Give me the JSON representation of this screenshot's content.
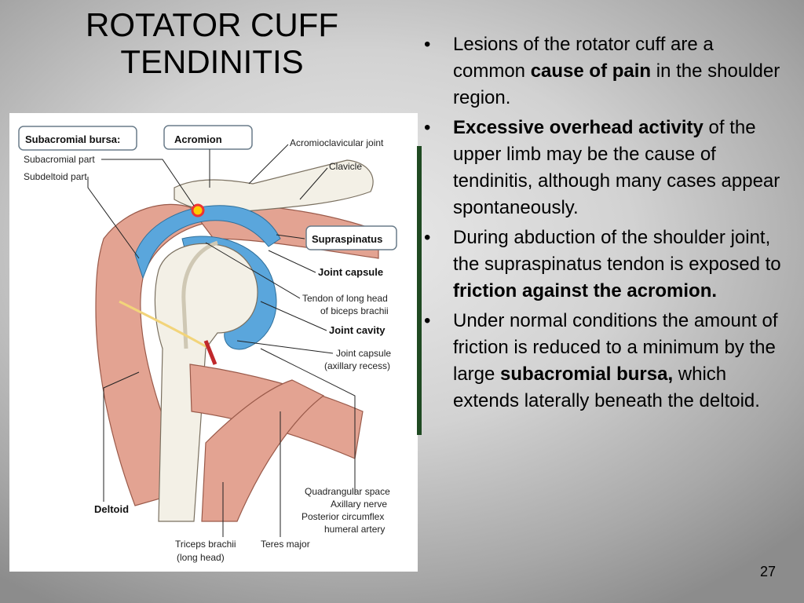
{
  "slide": {
    "title_line1": "ROTATOR CUFF",
    "title_line2": "TENDINITIS",
    "page_number": "27"
  },
  "bullets": [
    {
      "parts": [
        {
          "t": "Lesions of the rotator cuff are a common ",
          "b": false
        },
        {
          "t": "cause of pain",
          "b": true
        },
        {
          "t": " in the shoulder region.",
          "b": false
        }
      ]
    },
    {
      "parts": [
        {
          "t": "Excessive overhead activity",
          "b": true
        },
        {
          "t": " of the upper limb may be the cause of tendinitis, although many cases appear spontaneously.",
          "b": false
        }
      ]
    },
    {
      "parts": [
        {
          "t": "During abduction of the shoulder joint, the supraspinatus tendon is exposed to ",
          "b": false
        },
        {
          "t": "friction against the acromion.",
          "b": true
        }
      ]
    },
    {
      "parts": [
        {
          "t": "Under normal conditions the amount of friction is reduced to a minimum by the large ",
          "b": false
        },
        {
          "t": "subacromial bursa,",
          "b": true
        },
        {
          "t": " which extends laterally beneath the deltoid.",
          "b": false
        }
      ]
    }
  ],
  "figure": {
    "labels": {
      "subacromial_bursa": "Subacromial bursa:",
      "subacromial_part": "Subacromial part",
      "subdeltoid_part": "Subdeltoid part",
      "acromion": "Acromion",
      "acromioclavicular_joint": "Acromioclavicular joint",
      "clavicle": "Clavicle",
      "supraspinatus": "Supraspinatus",
      "joint_capsule": "Joint capsule",
      "tendon_line1": "Tendon of long head",
      "tendon_line2": "of biceps brachii",
      "joint_cavity": "Joint cavity",
      "capsule_axillary_line1": "Joint capsule",
      "capsule_axillary_line2": "(axillary recess)",
      "deltoid": "Deltoid",
      "quadrangular_space": "Quadrangular space",
      "axillary_nerve": "Axillary nerve",
      "posterior_circumflex": "Posterior circumflex",
      "humeral_artery": "humeral artery",
      "triceps_line1": "Triceps brachii",
      "triceps_line2": "(long head)",
      "teres_major": "Teres major"
    }
  },
  "colors": {
    "muscle": "#e3a392",
    "bursa": "#5aa6dc",
    "bone": "#f3f0e6",
    "accent_bar": "#1f4a22"
  }
}
